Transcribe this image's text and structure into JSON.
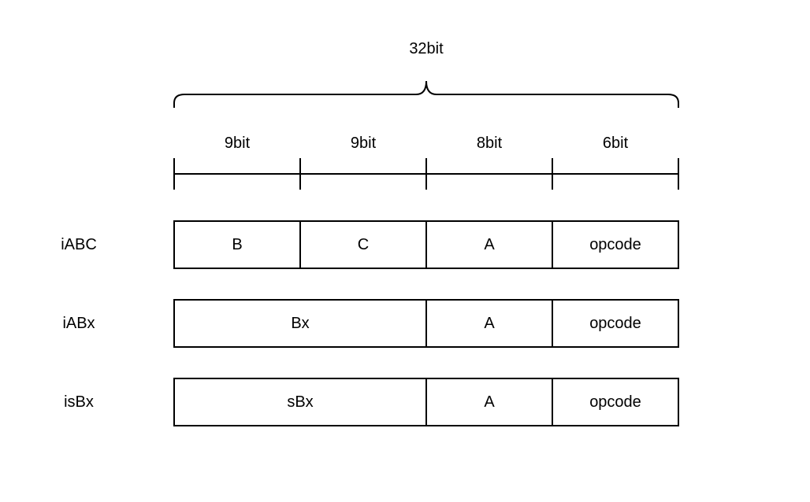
{
  "total_label": "32bit",
  "field_widths": [
    {
      "label": "9bit",
      "bits": 9
    },
    {
      "label": "9bit",
      "bits": 9
    },
    {
      "label": "8bit",
      "bits": 8
    },
    {
      "label": "6bit",
      "bits": 6
    }
  ],
  "formats": [
    {
      "name": "iABC",
      "fields": [
        {
          "label": "B",
          "span": 1
        },
        {
          "label": "C",
          "span": 1
        },
        {
          "label": "A",
          "span": 1
        },
        {
          "label": "opcode",
          "span": 1
        }
      ]
    },
    {
      "name": "iABx",
      "fields": [
        {
          "label": "Bx",
          "span": 2
        },
        {
          "label": "A",
          "span": 1
        },
        {
          "label": "opcode",
          "span": 1
        }
      ]
    },
    {
      "name": "isBx",
      "fields": [
        {
          "label": "sBx",
          "span": 2
        },
        {
          "label": "A",
          "span": 1
        },
        {
          "label": "opcode",
          "span": 1
        }
      ]
    }
  ]
}
